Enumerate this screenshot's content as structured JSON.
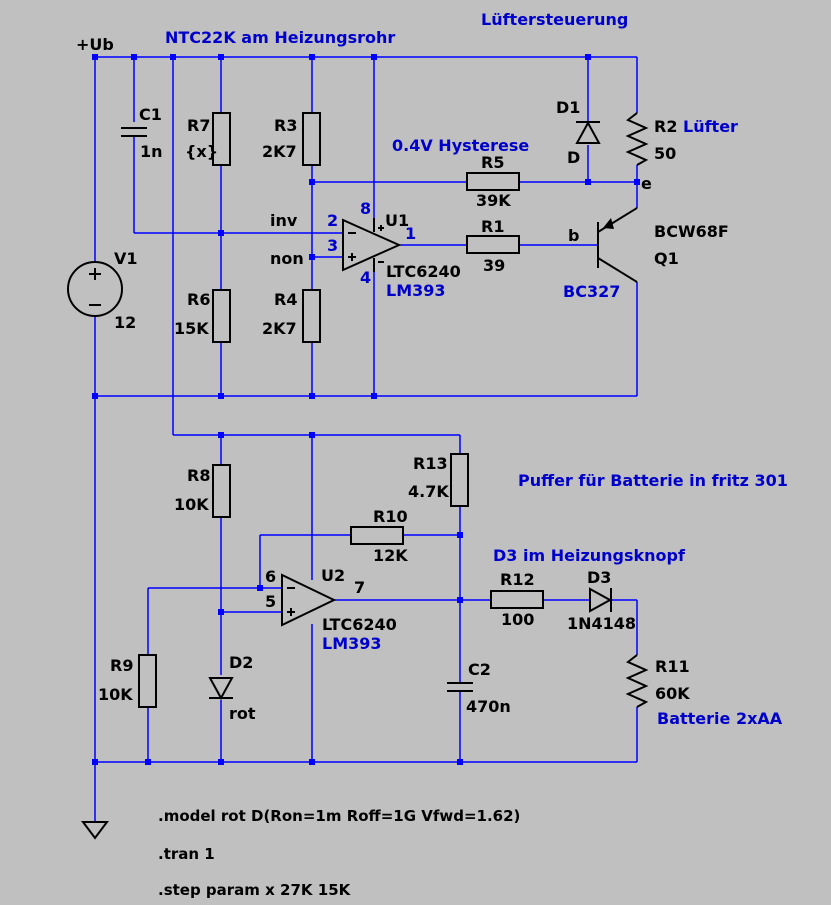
{
  "labels": {
    "ub": "+Ub",
    "ntc": "NTC22K am Heizungsrohr",
    "luefter_title": "Lüftersteuerung",
    "hysterese": "0.4V Hysterese",
    "puffer": "Puffer für Batterie in fritz 301",
    "d3_knopf": "D3 im Heizungsknopf",
    "inv": "inv",
    "non": "non",
    "node_e": "e",
    "node_b": "b",
    "luefter": "Lüfter",
    "batterie": "Batterie 2xAA"
  },
  "components": {
    "c1": {
      "name": "C1",
      "value": "1n"
    },
    "r7": {
      "name": "R7",
      "value": "{x}"
    },
    "r3": {
      "name": "R3",
      "value": "2K7"
    },
    "r6": {
      "name": "R6",
      "value": "15K"
    },
    "r4": {
      "name": "R4",
      "value": "2K7"
    },
    "r5": {
      "name": "R5",
      "value": "39K"
    },
    "r1": {
      "name": "R1",
      "value": "39"
    },
    "r2": {
      "name": "R2",
      "value": "50"
    },
    "d1": {
      "name": "D1",
      "value": "D"
    },
    "v1": {
      "name": "V1",
      "value": "12"
    },
    "u1": {
      "name": "U1",
      "part": "LTC6240",
      "alt": "LM393",
      "pin_inv": "2",
      "pin_non": "3",
      "pin_out": "1",
      "pin_vp": "8",
      "pin_vn": "4"
    },
    "q1": {
      "name": "Q1",
      "part": "BCW68F",
      "alt": "BC327"
    },
    "r8": {
      "name": "R8",
      "value": "10K"
    },
    "r13": {
      "name": "R13",
      "value": "4.7K"
    },
    "r10": {
      "name": "R10",
      "value": "12K"
    },
    "r9": {
      "name": "R9",
      "value": "10K"
    },
    "d2": {
      "name": "D2",
      "value": "rot"
    },
    "u2": {
      "name": "U2",
      "part": "LTC6240",
      "alt": "LM393",
      "pin_inv": "6",
      "pin_non": "5",
      "pin_out": "7"
    },
    "r12": {
      "name": "R12",
      "value": "100"
    },
    "d3": {
      "name": "D3",
      "value": "1N4148"
    },
    "c2": {
      "name": "C2",
      "value": "470n"
    },
    "r11": {
      "name": "R11",
      "value": "60K"
    }
  },
  "directives": {
    "model": ".model rot D(Ron=1m Roff=1G Vfwd=1.62)",
    "tran": ".tran 1",
    "step": ".step param x 27K 15K"
  },
  "colors": {
    "background": "#c0c0c0",
    "wire": "#0000ff",
    "component": "#000000",
    "annotation": "#0000cc"
  }
}
